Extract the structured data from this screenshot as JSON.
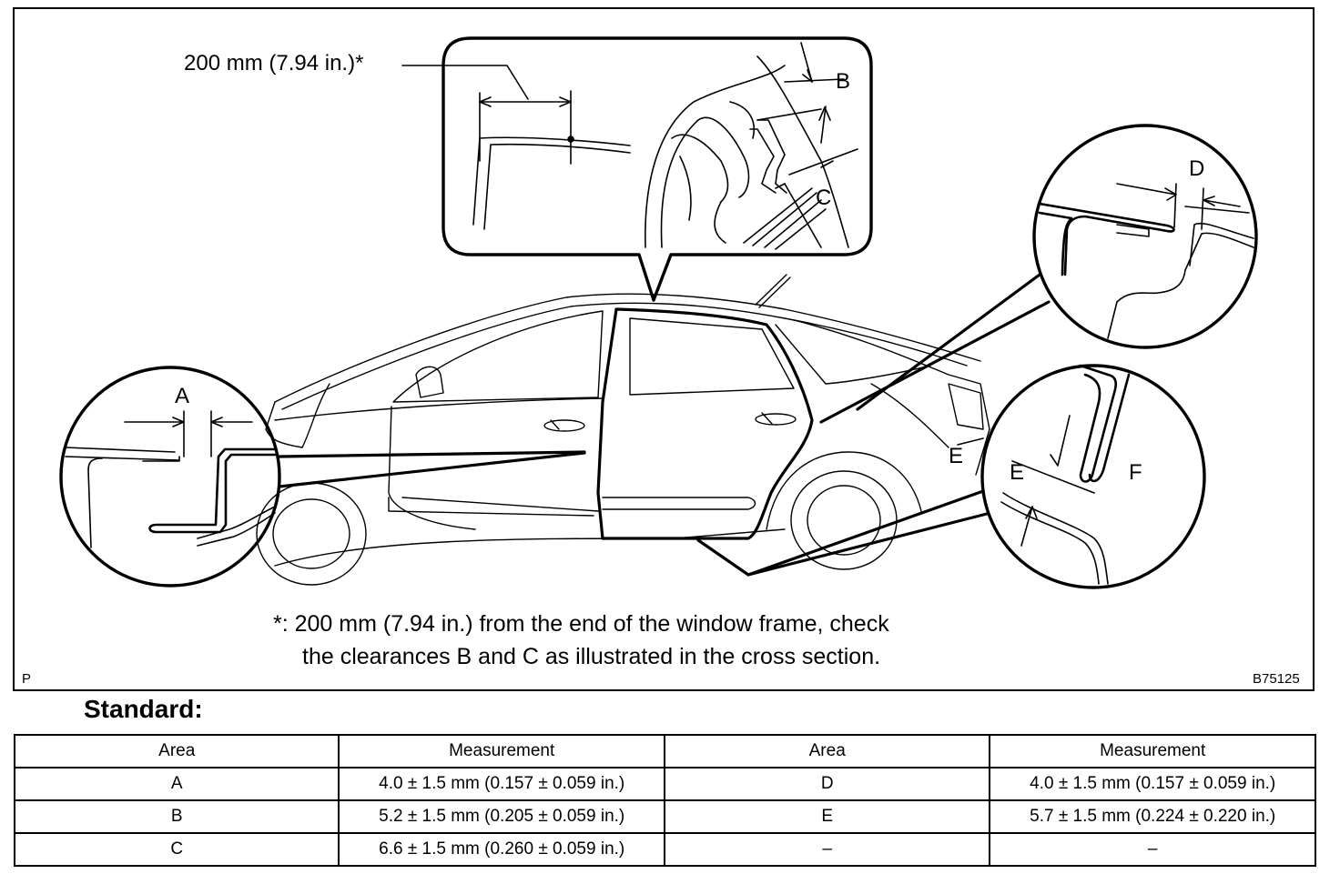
{
  "figure": {
    "dim_label": "200 mm (7.94 in.)*",
    "labels": {
      "a": "A",
      "b": "B",
      "c": "C",
      "d": "D",
      "e_car": "E",
      "e_detail": "E",
      "f": "F"
    },
    "note_line1": "*: 200 mm (7.94 in.) from the end of the window frame, check",
    "note_line2": "the clearances B and C as illustrated in the cross section.",
    "corner_left": "P",
    "corner_right": "B75125"
  },
  "standard_heading": "Standard:",
  "table": {
    "headers": [
      "Area",
      "Measurement",
      "Area",
      "Measurement"
    ],
    "rows": [
      [
        "A",
        "4.0 ± 1.5 mm (0.157 ± 0.059 in.)",
        "D",
        "4.0 ± 1.5 mm (0.157 ± 0.059 in.)"
      ],
      [
        "B",
        "5.2 ± 1.5 mm (0.205 ± 0.059 in.)",
        "E",
        "5.7 ± 1.5 mm (0.224 ± 0.220 in.)"
      ],
      [
        "C",
        "6.6 ± 1.5 mm (0.260 ± 0.059 in.)",
        "–",
        "–"
      ]
    ]
  }
}
